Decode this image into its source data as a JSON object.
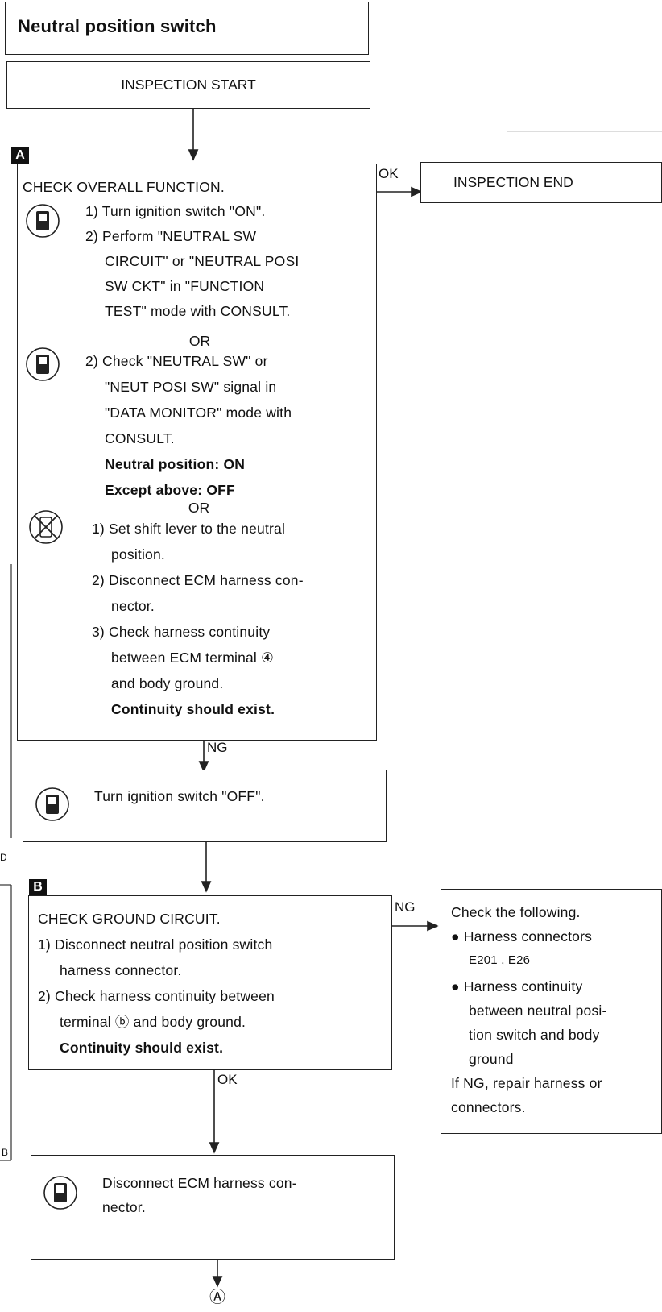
{
  "title": "Neutral position switch",
  "start": "INSPECTION START",
  "end": "INSPECTION END",
  "step_a": {
    "tag": "A",
    "heading": "CHECK OVERALL FUNCTION.",
    "m1": [
      "1) Turn ignition switch \"ON\".",
      "2) Perform \"NEUTRAL SW",
      "CIRCUIT\" or \"NEUTRAL POSI",
      "SW CKT\" in \"FUNCTION",
      "TEST\" mode with CONSULT."
    ],
    "or": "OR",
    "m2": [
      "2) Check \"NEUTRAL SW\" or",
      "\"NEUT POSI SW\" signal in",
      "\"DATA MONITOR\" mode with",
      "CONSULT."
    ],
    "m2_bold": [
      "Neutral position: ON",
      "Except above: OFF"
    ],
    "m3": [
      "1) Set shift lever to the neutral",
      "position.",
      "2) Disconnect ECM harness con-",
      "nector.",
      "3) Check harness continuity",
      "between ECM terminal ④",
      "and body ground."
    ],
    "m3_bold": "Continuity should exist.",
    "ok": "OK",
    "ng": "NG"
  },
  "ign_off": "Turn ignition switch \"OFF\".",
  "step_b": {
    "tag": "B",
    "heading": "CHECK GROUND CIRCUIT.",
    "lines": [
      "1) Disconnect neutral position switch",
      "harness connector.",
      "2) Check harness continuity between",
      "terminal ⓑ and body ground."
    ],
    "bold": "Continuity should exist.",
    "ng": "NG",
    "ok": "OK"
  },
  "check_following": {
    "heading": "Check the following.",
    "bullet1": [
      "● Harness connectors",
      "E201 , E26"
    ],
    "bullet2": [
      "● Harness continuity",
      "between neutral posi-",
      "tion switch and body",
      "ground"
    ],
    "footer": [
      "If NG, repair harness or",
      "connectors."
    ]
  },
  "disconnect_ecm": [
    "Disconnect ECM harness con-",
    "nector."
  ],
  "goto": "Ⓐ",
  "edge_left": [
    "D",
    "B"
  ],
  "icons": [
    "consult-icon",
    "consult-icon",
    "no-tools-icon",
    "consult-icon",
    "consult-icon"
  ]
}
